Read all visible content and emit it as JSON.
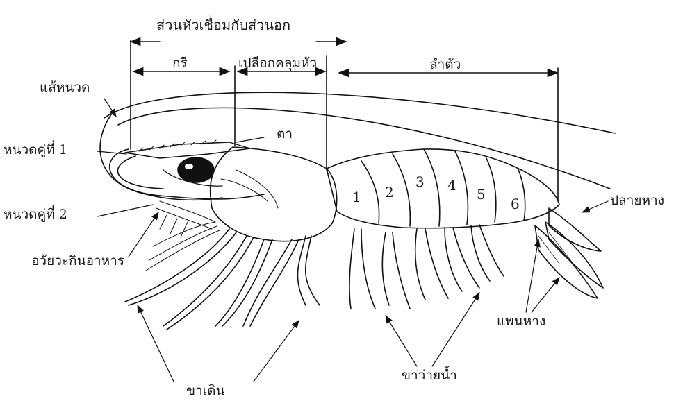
{
  "labels": {
    "head_thorax": "ส่วนหัวเชื่อมกับส่วนอก",
    "rostrum": "กรี",
    "carapace": "เปลือกคลุมหัว",
    "body": "ลำตัว",
    "antenna_whip": "แส้หนวด",
    "antennule": "หนวดคู่ที่ 1",
    "antenna": "หนวดคู่ที่ 2",
    "eye": "ตา",
    "mouthparts": "อวัยวะกินอาหาร",
    "telson": "ปลายหาง",
    "uropods": "แพนหาง",
    "walking_legs": "ขาเดิน",
    "swimmerets": "ขาว่ายน้ำ"
  },
  "segments": [
    "1",
    "2",
    "3",
    "4",
    "5",
    "6"
  ]
}
